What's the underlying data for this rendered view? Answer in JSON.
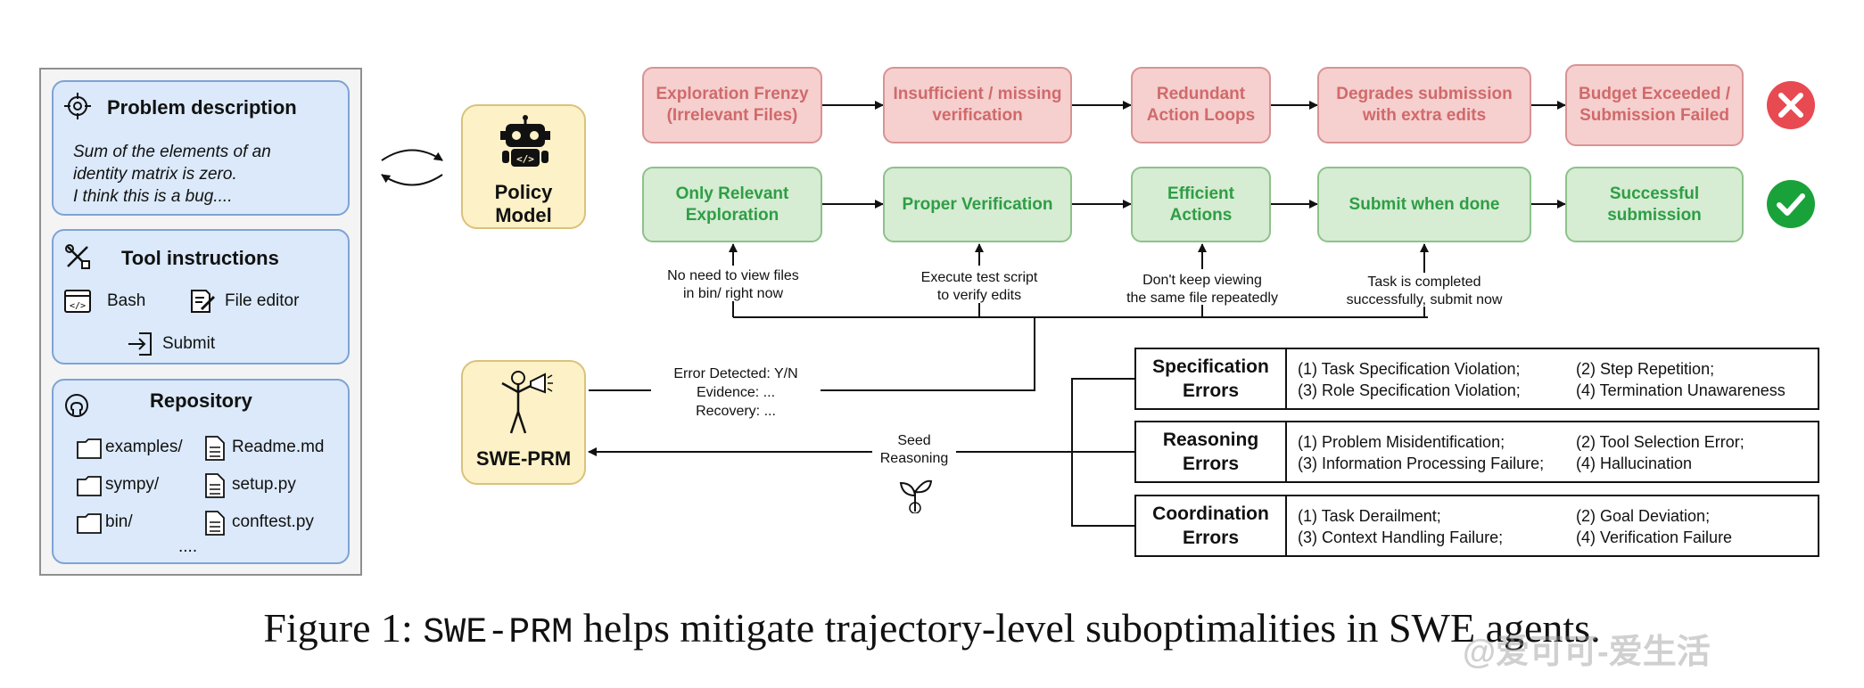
{
  "left_panel": {
    "problem": {
      "title": "Problem description",
      "icon": "target-icon",
      "text": [
        "Sum of the elements of an",
        "identity matrix is zero.",
        "I think this is a bug...."
      ]
    },
    "tools": {
      "title": "Tool instructions",
      "icon": "tools-icon",
      "items": [
        {
          "label": "Bash",
          "icon": "terminal-icon"
        },
        {
          "label": "File editor",
          "icon": "edit-file-icon"
        },
        {
          "label": "Submit",
          "icon": "submit-icon"
        }
      ]
    },
    "repo": {
      "title": "Repository",
      "icon": "github-icon",
      "folders": [
        "examples/",
        "sympy/",
        "bin/"
      ],
      "files": [
        "Readme.md",
        "setup.py",
        "conftest.py"
      ],
      "more": "...."
    }
  },
  "policy": {
    "label_line1": "Policy",
    "label_line2": "Model",
    "icon": "robot-icon"
  },
  "prm": {
    "label": "SWE-PRM",
    "icon": "coach-megaphone-icon"
  },
  "bad_path": [
    "Exploration Frenzy (Irrelevant Files)",
    "Insufficient / missing verification",
    "Redundant Action Loops",
    "Degrades submission with extra edits",
    "Budget Exceeded / Submission Failed"
  ],
  "good_path": [
    "Only Relevant Exploration",
    "Proper Verification",
    "Efficient Actions",
    "Submit when done",
    "Successful submission"
  ],
  "feedback_notes": [
    [
      "No need to view files",
      "in bin/ right now"
    ],
    [
      "Execute test script",
      "to verify edits"
    ],
    [
      "Don't keep viewing",
      "the same file repeatedly"
    ],
    [
      "Task is completed",
      "successfully, submit now"
    ]
  ],
  "status": {
    "bad_icon": "cross-icon",
    "good_icon": "check-icon",
    "bad_color": "#e84a52",
    "good_color": "#1aa23a"
  },
  "prm_output": [
    "Error Detected: Y/N",
    "Evidence: ...",
    "Recovery: ..."
  ],
  "seed": {
    "line1": "Seed",
    "line2": "Reasoning",
    "icon": "sprout-icon"
  },
  "error_tables": [
    {
      "header": "Specification Errors",
      "items": [
        "(1) Task Specification Violation;",
        "(2) Step Repetition;",
        "(3) Role Specification Violation;",
        "(4) Termination Unawareness"
      ]
    },
    {
      "header": "Reasoning Errors",
      "items": [
        "(1) Problem Misidentification;",
        "(2) Tool Selection Error;",
        "(3) Information Processing Failure;",
        "(4) Hallucination"
      ]
    },
    {
      "header": "Coordination Errors",
      "items": [
        "(1) Task Derailment;",
        "(2) Goal Deviation;",
        "(3) Context Handling Failure;",
        "(4) Verification Failure"
      ]
    }
  ],
  "caption": {
    "prefix": "Figure 1: ",
    "mono": "SWE-PRM",
    "suffix": " helps mitigate trajectory-level suboptimalities in SWE agents."
  },
  "watermark": "@爱可可-爱生活"
}
